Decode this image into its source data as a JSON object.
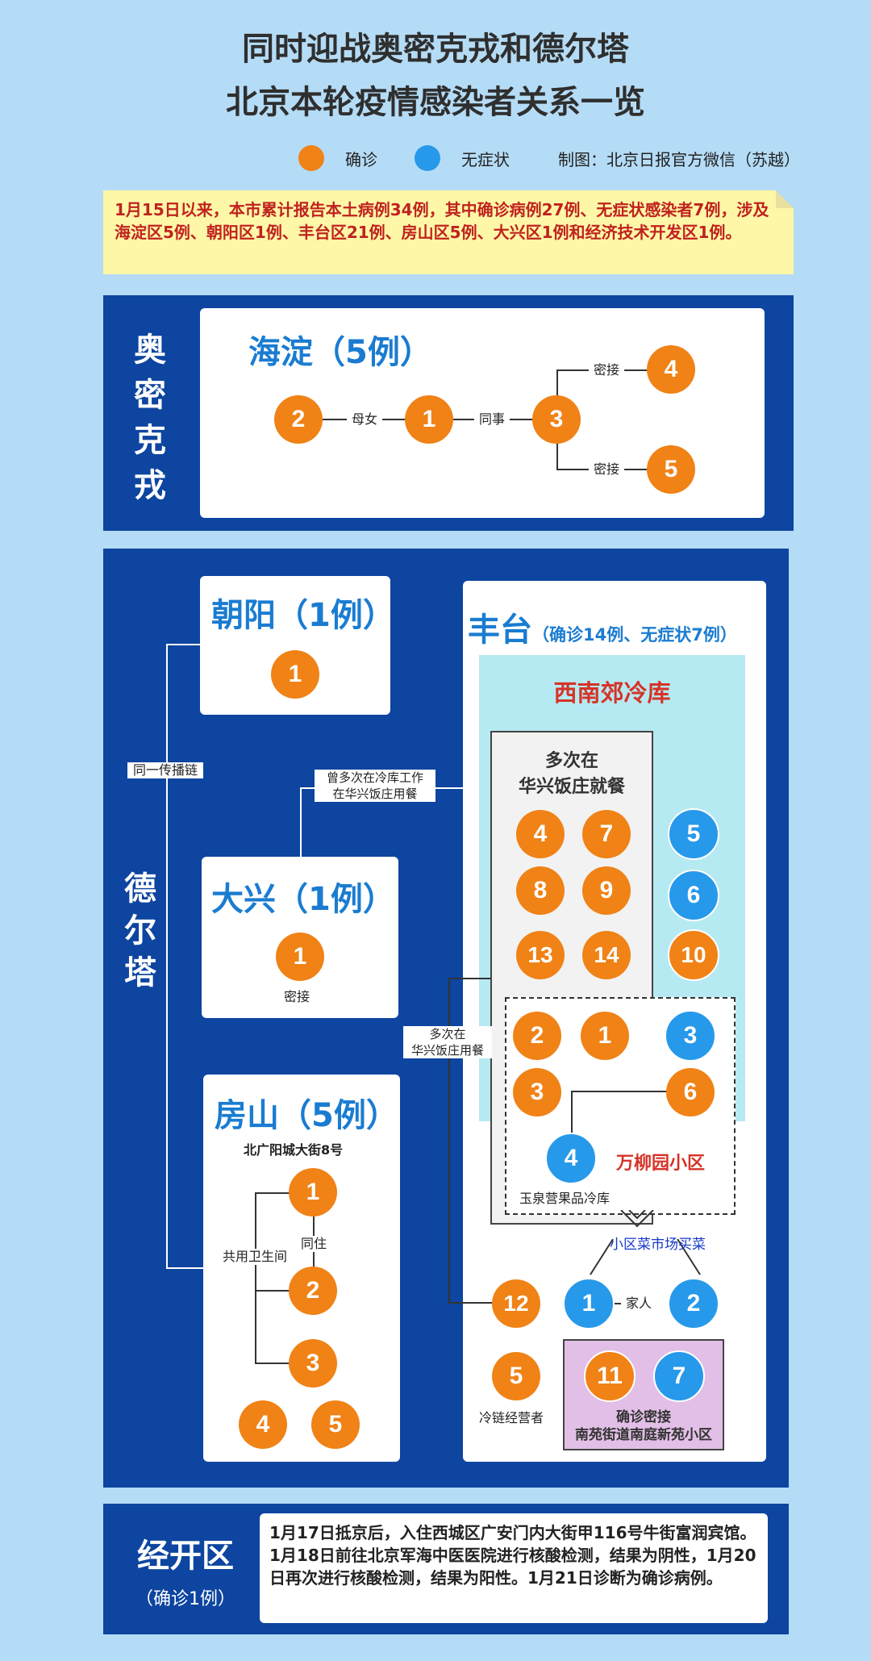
{
  "header": {
    "title_line1": "同时迎战奥密克戎和德尔塔",
    "title_line2": "北京本轮疫情感染者关系一览"
  },
  "legend": {
    "confirmed": "确诊",
    "asymptomatic": "无症状",
    "credit": "制图：北京日报官方微信（苏越）",
    "colors": {
      "confirmed": "#f08216",
      "asymptomatic": "#2799ea",
      "panel": "#0d45a0",
      "card_title": "#1a7cd1"
    }
  },
  "summary": "1月15日以来，本市累计报告本土病例34例，其中确诊病例27例、无症状感染者7例，涉及海淀区5例、朝阳区1例、丰台区21例、房山区5例、大兴区1例和经济技术开发区1例。",
  "omicron": {
    "label": "奥密克戎",
    "haidian": {
      "title": "海淀（5例）",
      "rel_mother_daughter": "母女",
      "rel_colleague": "同事",
      "rel_close1": "密接",
      "rel_close2": "密接",
      "nodes": [
        "2",
        "1",
        "3",
        "4",
        "5"
      ]
    }
  },
  "delta": {
    "label": "德尔塔",
    "chain_label": "同一传播链",
    "chaoyang": {
      "title": "朝阳（1例）",
      "node": "1"
    },
    "daxing": {
      "title": "大兴（1例）",
      "node": "1",
      "caption": "密接"
    },
    "daxing_link": {
      "line1": "曾多次在冷库工作",
      "line2": "在华兴饭庄用餐"
    },
    "fangshan": {
      "title": "房山（5例）",
      "subtitle": "北广阳城大街8号",
      "shared_toilet": "共用卫生间",
      "live_together": "同住",
      "nodes": [
        "1",
        "2",
        "3",
        "4",
        "5"
      ]
    },
    "fengtai": {
      "title": "丰台",
      "subtitle": "（确诊14例、无症状7例）",
      "xinanjiao": "西南郊冷库",
      "huaxing": {
        "line1": "多次在",
        "line2": "华兴饭庄就餐"
      },
      "huaxing_link": {
        "line1": "多次在",
        "line2": "华兴饭庄用餐"
      },
      "wanliuyuan": "万柳园小区",
      "yuquanying": "玉泉营果品冷库",
      "market": "小区菜市场买菜",
      "family": "家人",
      "cold_chain": "冷链经营者",
      "nanyuan": {
        "line1": "确诊密接",
        "line2": "南苑街道南庭新苑小区"
      },
      "nodes": {
        "h1": "4",
        "h2": "7",
        "h3": "5",
        "h4": "8",
        "h5": "9",
        "h6": "6",
        "h7": "13",
        "h8": "14",
        "h9": "10",
        "w1": "2",
        "w2": "1",
        "w3": "3",
        "w4": "3",
        "w5": "6",
        "w6": "4",
        "m1": "12",
        "m2": "1",
        "m3": "2",
        "m4": "5",
        "m5": "11",
        "m6": "7"
      }
    }
  },
  "econ_zone": {
    "title": "经开区",
    "subtitle": "（确诊1例）",
    "text": "1月17日抵京后，入住西城区广安门内大街甲116号牛街富润宾馆。1月18日前往北京军海中医医院进行核酸检测，结果为阴性，1月20日再次进行核酸检测，结果为阳性。1月21日诊断为确诊病例。"
  }
}
